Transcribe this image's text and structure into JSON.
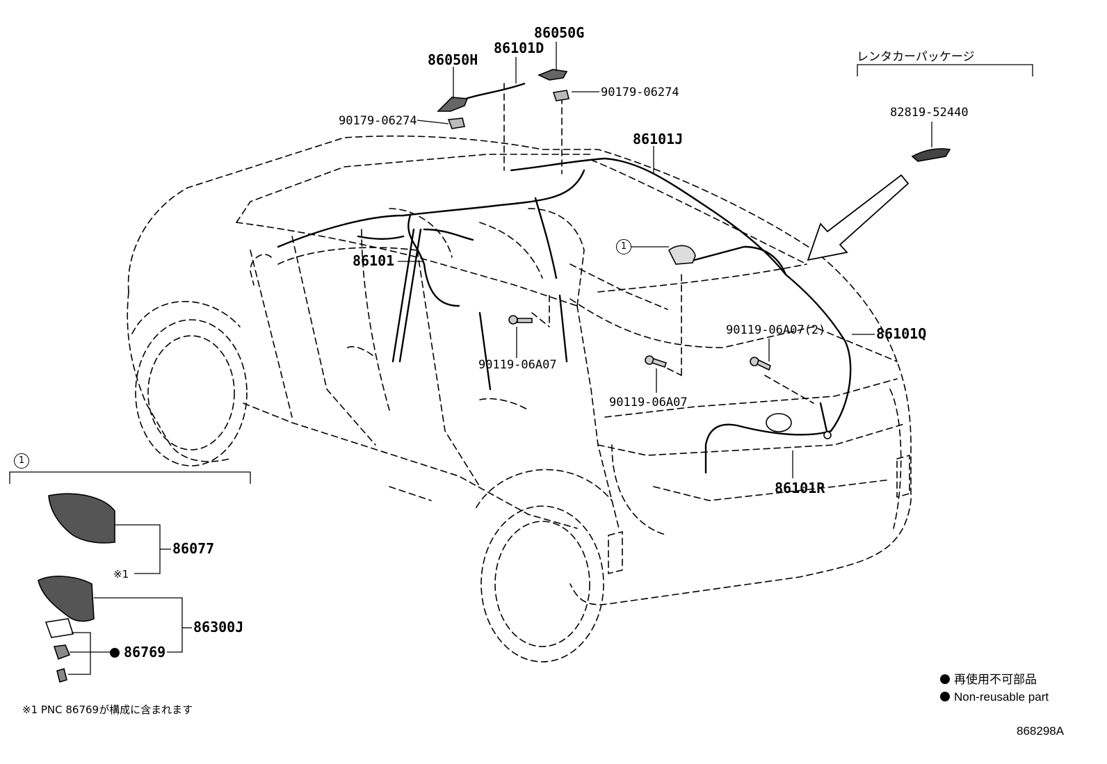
{
  "diagram": {
    "part_numbers": {
      "p86050G": "86050G",
      "p86101D": "86101D",
      "p86050H": "86050H",
      "clip_right": "90179-06274",
      "clip_left": "90179-06274",
      "p86101J": "86101J",
      "p86101": "86101",
      "p86101Q": "86101Q",
      "bolt_2": "90119-06A07(2)",
      "bolt_center": "90119-06A07",
      "bolt_right": "90119-06A07",
      "p86101R": "86101R",
      "p86077": "86077",
      "p86300J": "86300J",
      "p86769": "86769",
      "p82819": "82819-52440"
    },
    "rental_package_label": "レンタカーパッケージ",
    "callout_marker": "1",
    "inset_marker": "1",
    "note_ref_marker": "※1",
    "footnote": "※1 PNC 86769が構成に含まれます",
    "legend": {
      "jp": "再使用不可部品",
      "en": "Non-reusable part"
    },
    "illustration_id": "868298A"
  }
}
